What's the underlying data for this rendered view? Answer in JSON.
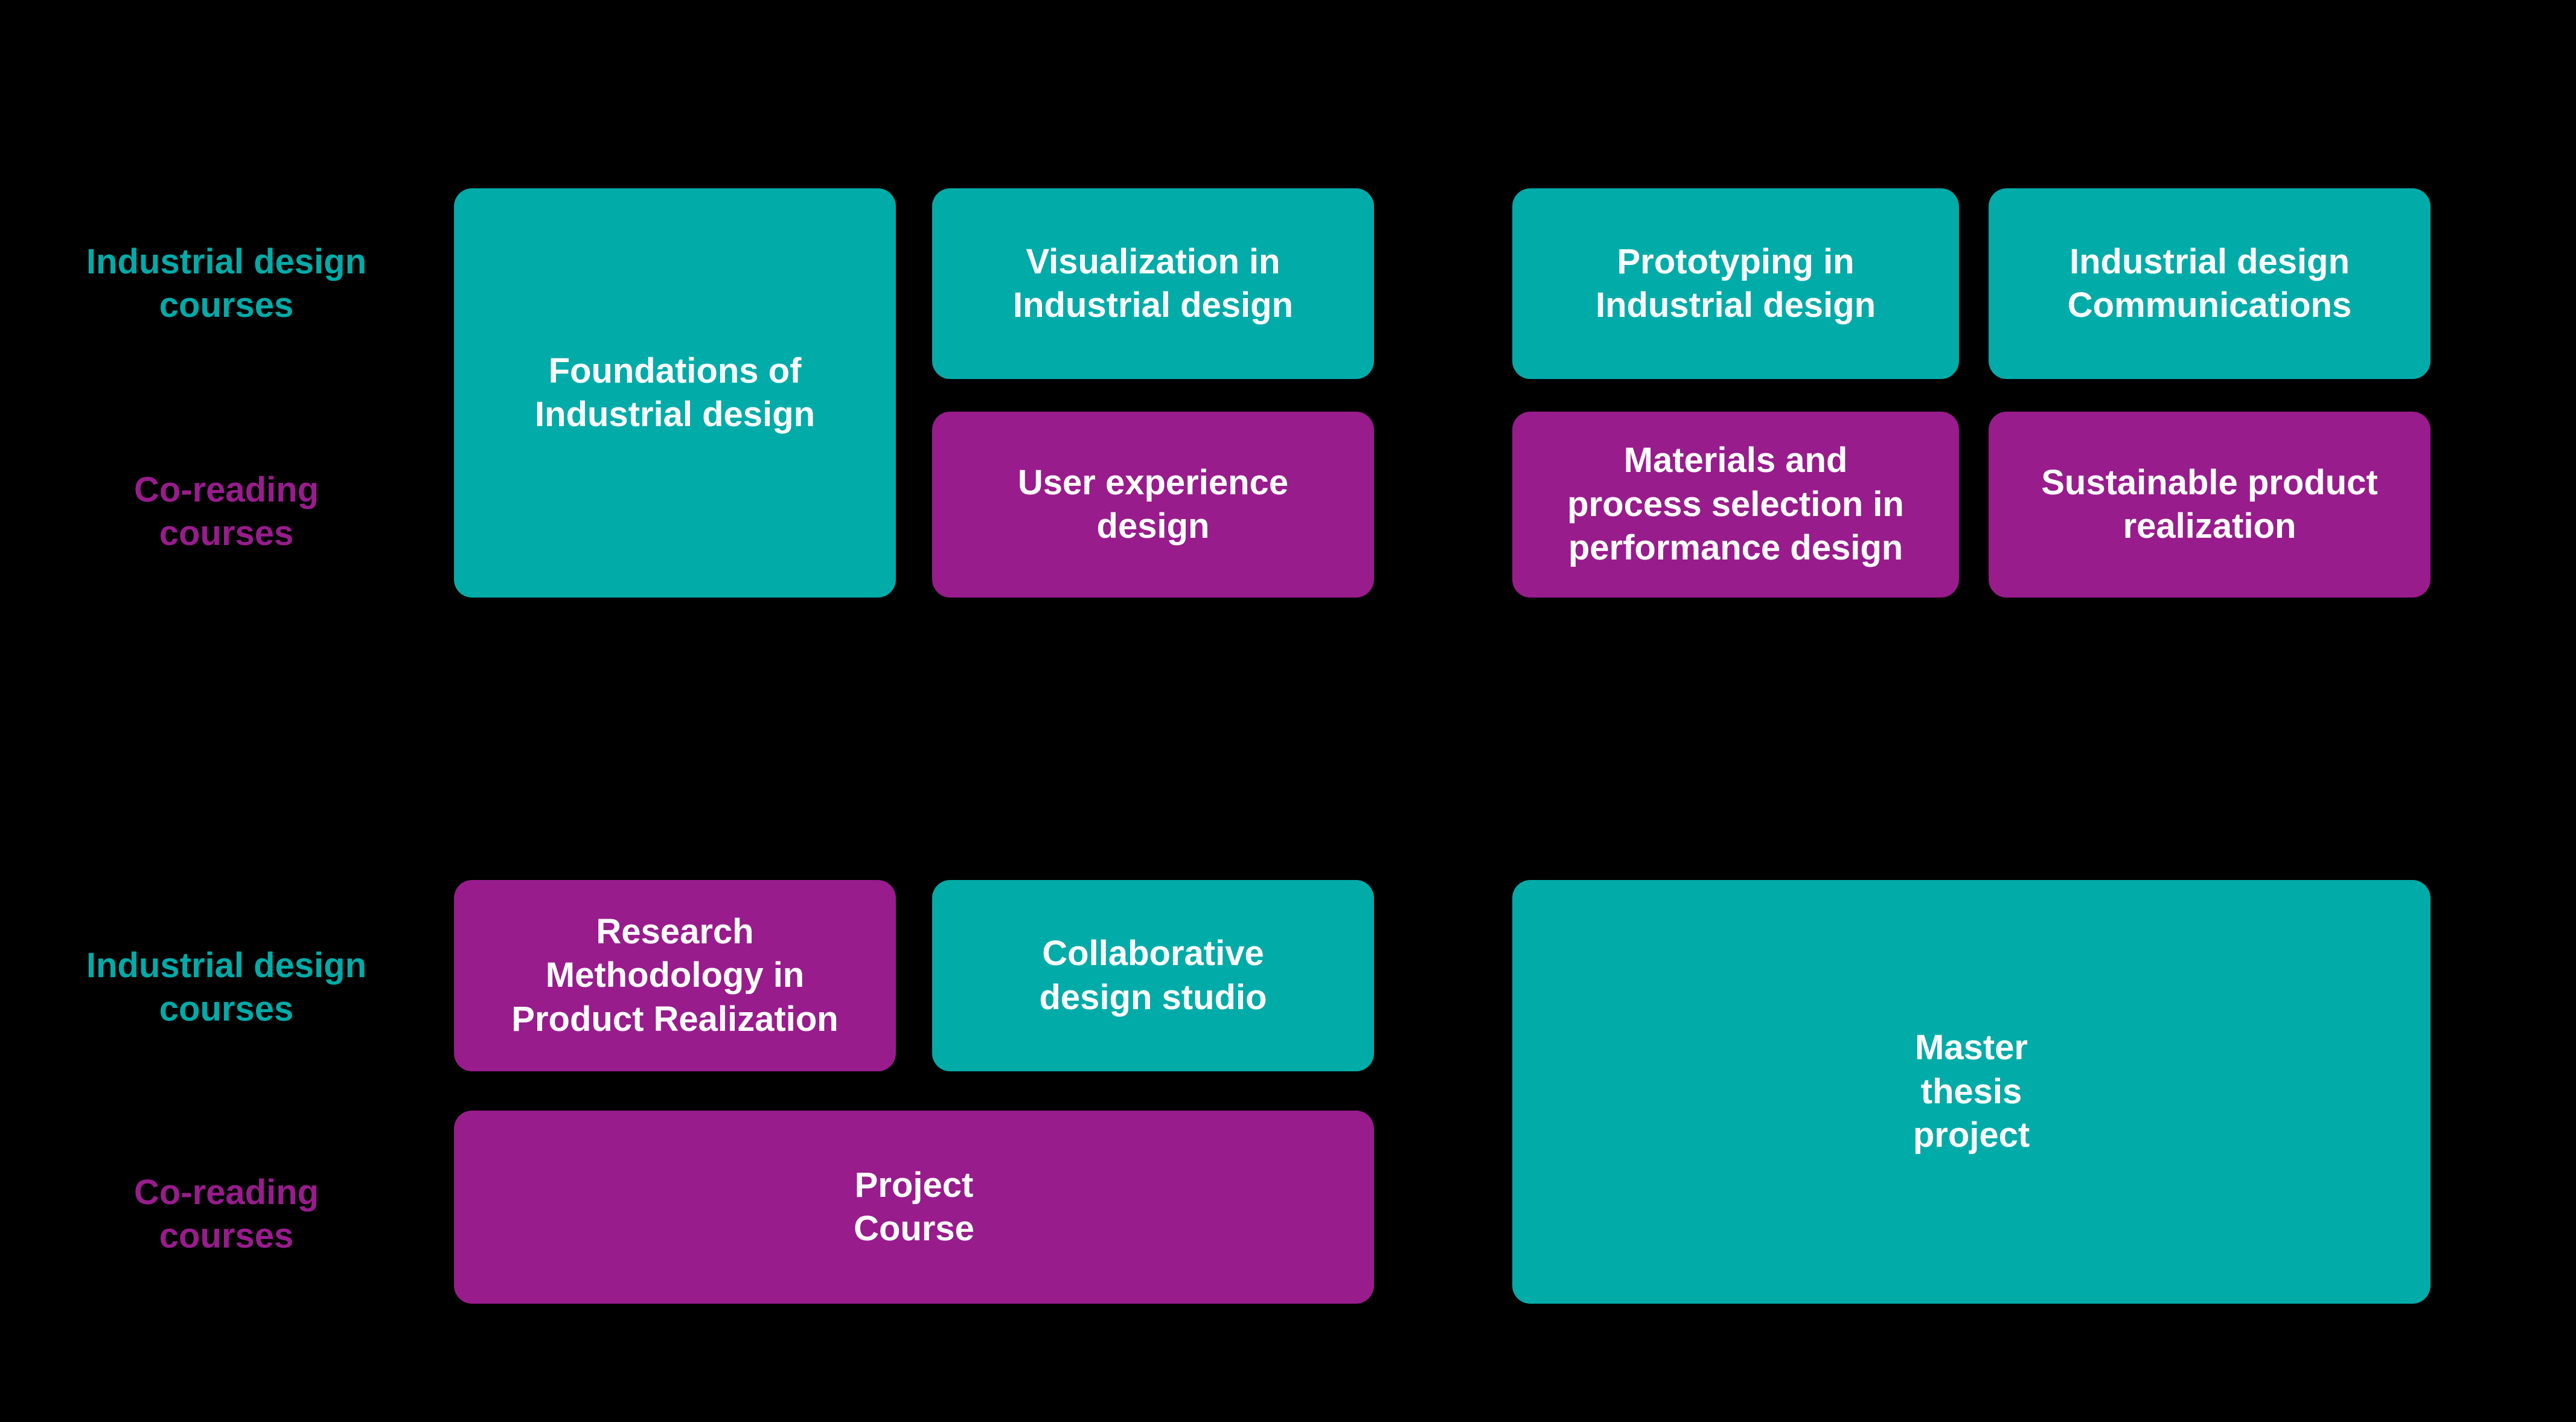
{
  "colors": {
    "background": "#000000",
    "teal": "#00ABA8",
    "purple": "#981C8C",
    "box_text": "#FFFFFF"
  },
  "sections": [
    {
      "name": "year-1",
      "row_labels": [
        {
          "text": "Industrial design\ncourses",
          "type": "industrial"
        },
        {
          "text": "Co-reading\ncourses",
          "type": "coreading"
        }
      ],
      "courses": [
        {
          "label": "Foundations of\nIndustrial design",
          "type": "industrial"
        },
        {
          "label": "Visualization in\nIndustrial design",
          "type": "industrial"
        },
        {
          "label": "User experience\ndesign",
          "type": "coreading"
        },
        {
          "label": "Prototyping in\nIndustrial design",
          "type": "industrial"
        },
        {
          "label": "Materials and\nprocess selection in\nperformance design",
          "type": "coreading"
        },
        {
          "label": "Industrial design\nCommunications",
          "type": "industrial"
        },
        {
          "label": "Sustainable product\nrealization",
          "type": "coreading"
        }
      ]
    },
    {
      "name": "year-2",
      "row_labels": [
        {
          "text": "Industrial design\ncourses",
          "type": "industrial"
        },
        {
          "text": "Co-reading\ncourses",
          "type": "coreading"
        }
      ],
      "courses": [
        {
          "label": "Research\nMethodology in\nProduct Realization",
          "type": "coreading"
        },
        {
          "label": "Collaborative\ndesign studio",
          "type": "industrial"
        },
        {
          "label": "Project\nCourse",
          "type": "coreading"
        },
        {
          "label": "Master\nthesis\nproject",
          "type": "industrial"
        }
      ]
    }
  ]
}
